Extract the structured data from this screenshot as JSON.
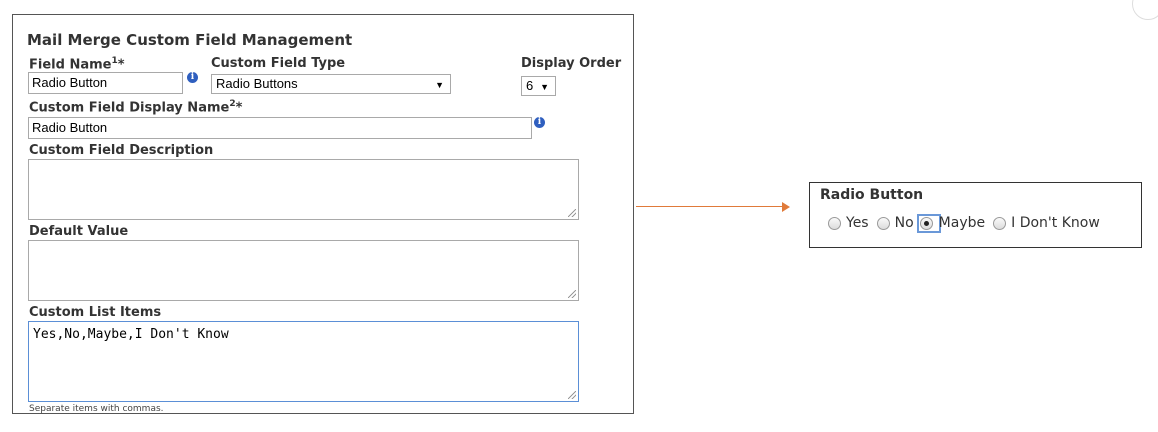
{
  "panel": {
    "title": "Mail Merge Custom Field Management",
    "field_name_label": "Field Name",
    "field_name_sup": "1",
    "field_name_required": "*",
    "field_name_value": "Radio Button",
    "field_type_label": "Custom Field Type",
    "field_type_value": "Radio Buttons",
    "display_order_label": "Display Order",
    "display_order_value": "6",
    "display_name_label": "Custom Field Display Name",
    "display_name_sup": "2",
    "display_name_required": "*",
    "display_name_value": "Radio Button",
    "description_label": "Custom Field Description",
    "description_value": "",
    "default_value_label": "Default Value",
    "default_value_value": "",
    "list_items_label": "Custom List Items",
    "list_items_value": "Yes,No,Maybe,I Don't Know",
    "list_items_hint": "Separate items with commas.",
    "info_glyph": "i",
    "select_arrow_glyph": "▼"
  },
  "preview": {
    "title": "Radio Button",
    "options": [
      "Yes",
      "No",
      "Maybe",
      "I Don't Know"
    ],
    "selected": "Maybe"
  },
  "colors": {
    "arrow": "#e07a3a",
    "info_icon": "#2f5fbf",
    "focus": "#6a98d8"
  }
}
